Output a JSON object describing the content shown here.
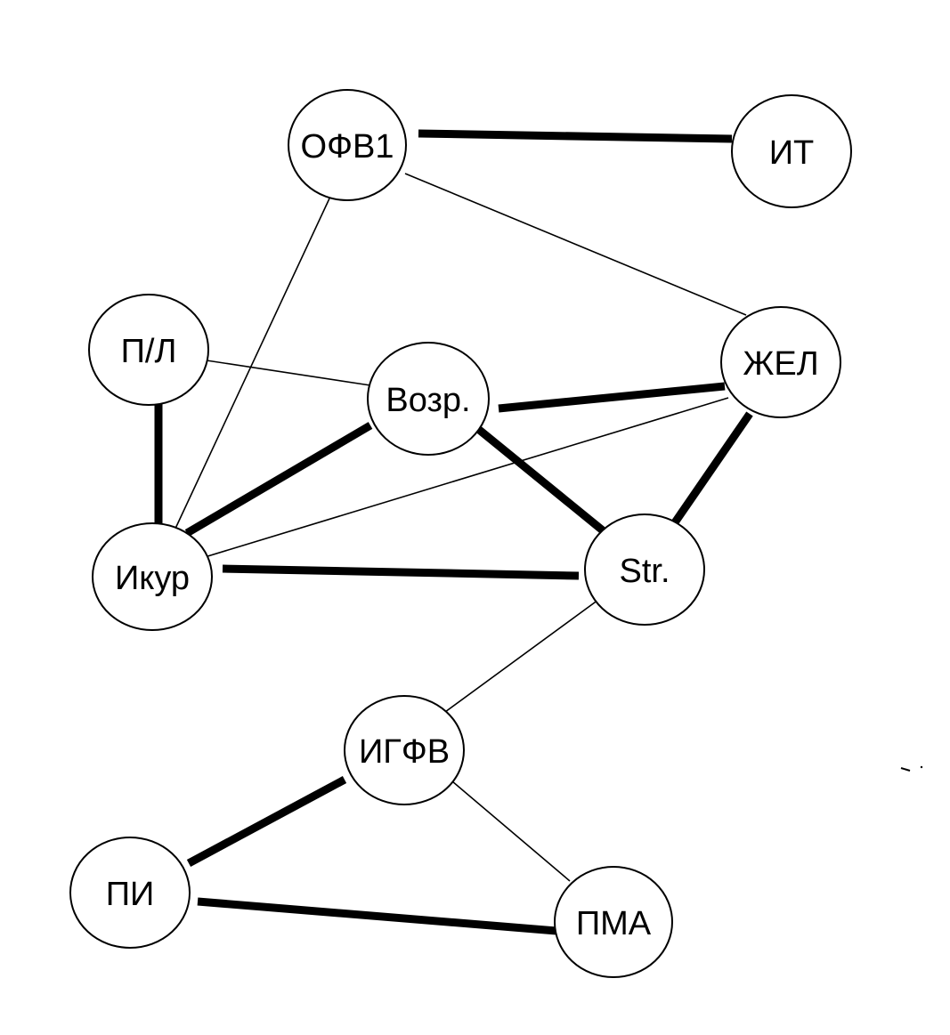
{
  "diagram": {
    "nodes": [
      {
        "id": "ofv1",
        "label": "ОФВ1"
      },
      {
        "id": "it",
        "label": "ИТ"
      },
      {
        "id": "pl",
        "label": "П/Л"
      },
      {
        "id": "zhel",
        "label": "ЖЕЛ"
      },
      {
        "id": "vozr",
        "label": "Возр."
      },
      {
        "id": "ikur",
        "label": "Икур"
      },
      {
        "id": "str",
        "label": "Str."
      },
      {
        "id": "igfv",
        "label": "ИГФВ"
      },
      {
        "id": "pi",
        "label": "ПИ"
      },
      {
        "id": "pma",
        "label": "ПМА"
      }
    ],
    "edges": [
      {
        "from": "ofv1",
        "to": "it",
        "weight": "strong"
      },
      {
        "from": "ofv1",
        "to": "zhel",
        "weight": "weak"
      },
      {
        "from": "ofv1",
        "to": "ikur",
        "weight": "weak"
      },
      {
        "from": "pl",
        "to": "vozr",
        "weight": "weak"
      },
      {
        "from": "pl",
        "to": "ikur",
        "weight": "strong"
      },
      {
        "from": "vozr",
        "to": "zhel",
        "weight": "strong"
      },
      {
        "from": "vozr",
        "to": "ikur",
        "weight": "strong"
      },
      {
        "from": "vozr",
        "to": "str",
        "weight": "strong"
      },
      {
        "from": "zhel",
        "to": "ikur",
        "weight": "weak"
      },
      {
        "from": "zhel",
        "to": "str",
        "weight": "strong"
      },
      {
        "from": "ikur",
        "to": "str",
        "weight": "strong"
      },
      {
        "from": "str",
        "to": "igfv",
        "weight": "weak"
      },
      {
        "from": "igfv",
        "to": "pi",
        "weight": "strong"
      },
      {
        "from": "igfv",
        "to": "pma",
        "weight": "weak"
      },
      {
        "from": "pi",
        "to": "pma",
        "weight": "strong"
      }
    ]
  }
}
